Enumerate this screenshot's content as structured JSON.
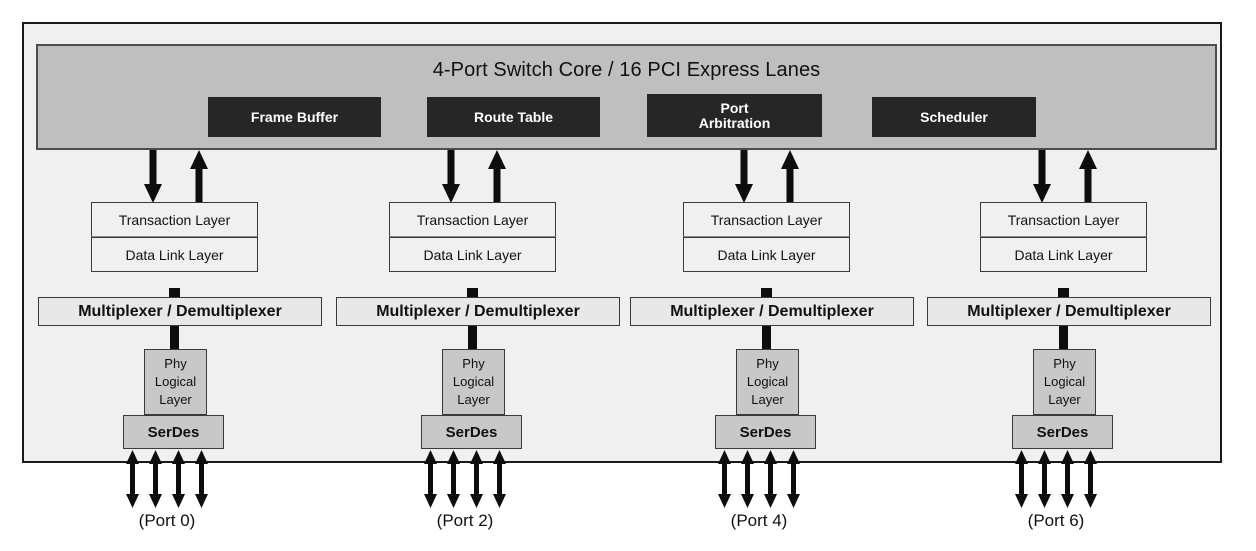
{
  "diagram": {
    "title": "4-Port Switch Core  /  16 PCI Express Lanes",
    "core_blocks": [
      {
        "name": "frame-buffer",
        "label": "Frame Buffer",
        "label2": ""
      },
      {
        "name": "route-table",
        "label": "Route Table",
        "label2": ""
      },
      {
        "name": "port-arbitration",
        "label": "Port",
        "label2": "Arbitration"
      },
      {
        "name": "scheduler",
        "label": "Scheduler",
        "label2": ""
      }
    ],
    "layer_labels": {
      "transaction": "Transaction Layer",
      "datalink": "Data Link Layer",
      "mux": "Multiplexer / Demultiplexer",
      "phy_line1": "Phy",
      "phy_line2": "Logical",
      "phy_line3": "Layer",
      "serdes": "SerDes"
    },
    "ports": [
      {
        "label": "(Port 0)"
      },
      {
        "label": "(Port 2)"
      },
      {
        "label": "(Port 4)"
      },
      {
        "label": "(Port 6)"
      }
    ],
    "colors": {
      "core_bar": "#bfbfbf",
      "core_block": "#262626",
      "chip_background": "#f0f0f0",
      "mux_fill": "#e8e8e8",
      "phy_fill": "#c8c8c8",
      "line": "#0d0d0d"
    }
  }
}
